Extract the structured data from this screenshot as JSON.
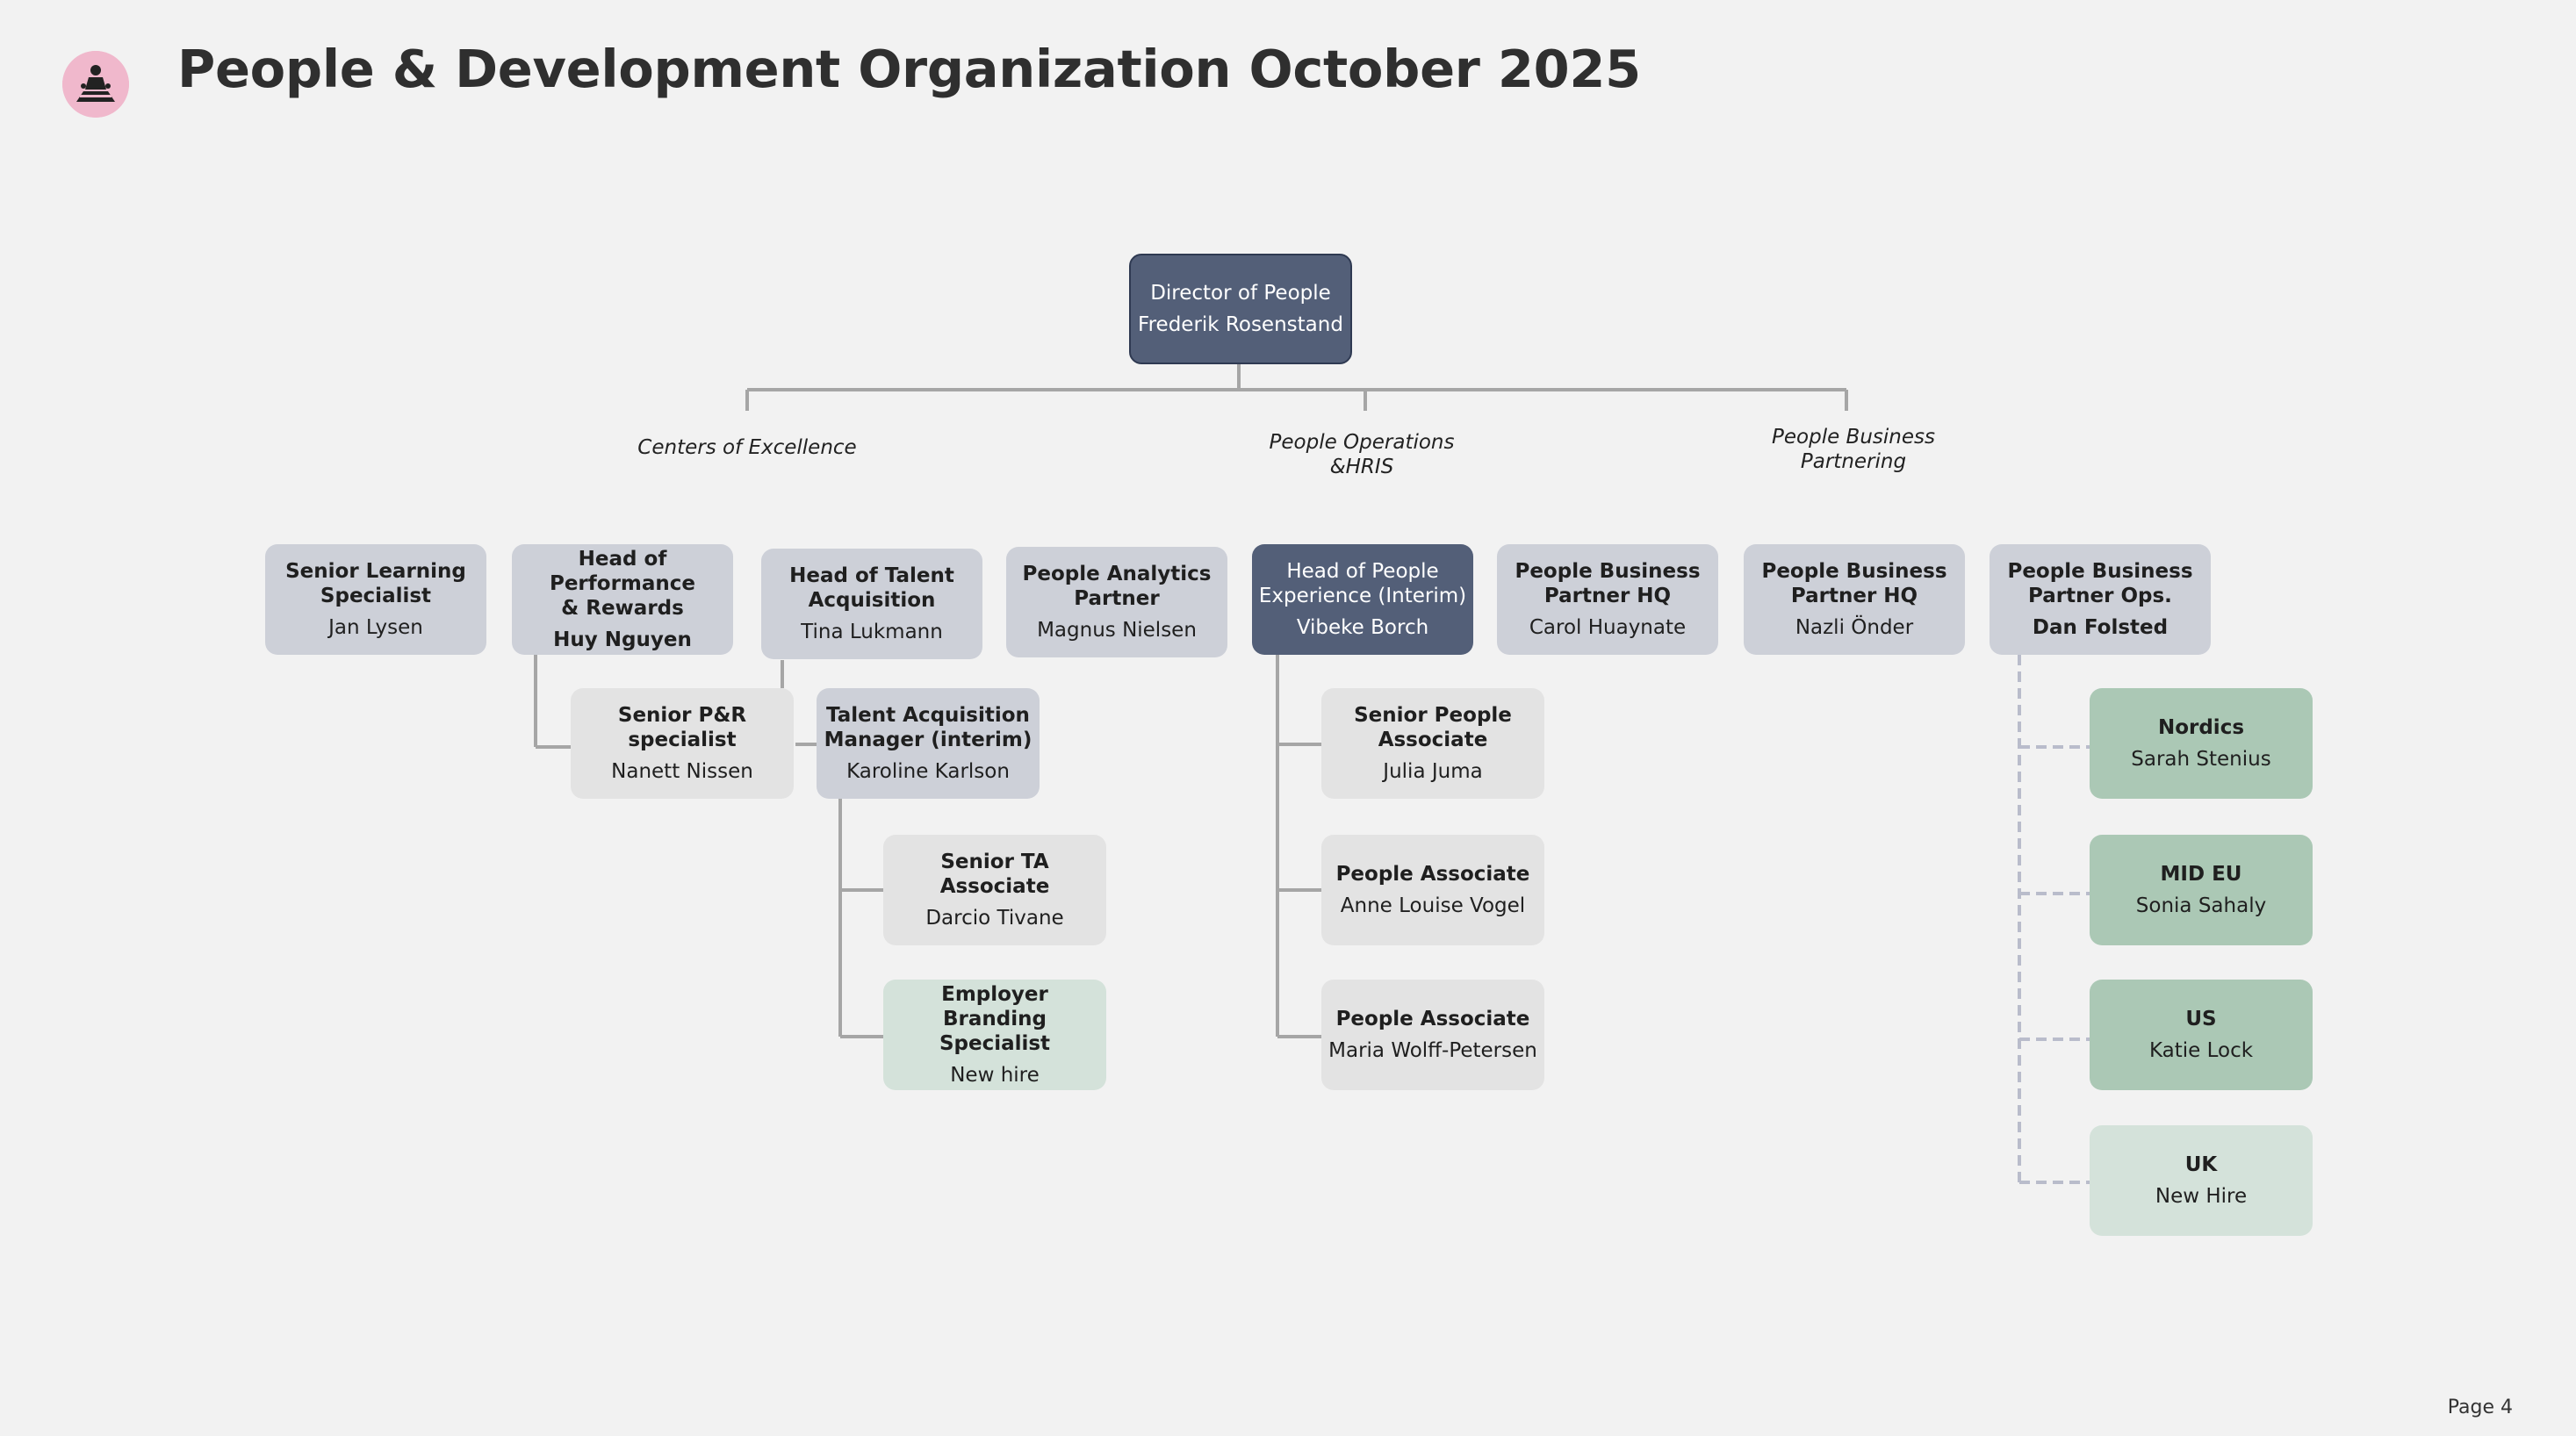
{
  "title": "People & Development Organization October 2025",
  "page_label": "Page 4",
  "logo_icon": "team-logo-icon",
  "director": {
    "title": "Director of People",
    "name": "Frederik Rosenstand"
  },
  "sections": {
    "coe": "Centers of Excellence",
    "ops": "People Operations\n&HRIS",
    "pbp": "People Business\nPartnering"
  },
  "roles": {
    "sls": {
      "title": "Senior Learning\nSpecialist",
      "name": "Jan Lysen"
    },
    "hpr": {
      "title": "Head of Performance\n& Rewards",
      "name": "Huy Nguyen"
    },
    "hta": {
      "title": "Head of Talent\nAcquisition",
      "name": "Tina Lukmann"
    },
    "pap": {
      "title": "People Analytics\nPartner",
      "name": "Magnus Nielsen"
    },
    "hpe": {
      "title": "Head of People\nExperience (Interim)",
      "name": "Vibeke Borch"
    },
    "pbp1": {
      "title": "People Business\nPartner HQ",
      "name": "Carol Huaynate"
    },
    "pbp2": {
      "title": "People Business\nPartner HQ",
      "name": "Nazli Önder"
    },
    "pbpo": {
      "title": "People Business\nPartner Ops.",
      "name": "Dan Folsted"
    },
    "sprs": {
      "title": "Senior P&R\nspecialist",
      "name": "Nanett Nissen"
    },
    "tam": {
      "title": "Talent Acquisition\nManager (interim)",
      "name": "Karoline Karlson"
    },
    "staa": {
      "title": "Senior TA Associate",
      "name": "Darcio Tivane"
    },
    "ebs": {
      "title": "Employer Branding\nSpecialist",
      "name": "New hire"
    },
    "spa": {
      "title": "Senior People\nAssociate",
      "name": "Julia Juma"
    },
    "pa1": {
      "title": "People Associate",
      "name": "Anne Louise Vogel"
    },
    "pa2": {
      "title": "People Associate",
      "name": "Maria Wolff-Petersen"
    },
    "nordics": {
      "title": "Nordics",
      "name": "Sarah Stenius"
    },
    "mideu": {
      "title": "MID EU",
      "name": "Sonia Sahaly"
    },
    "us": {
      "title": "US",
      "name": "Katie Lock"
    },
    "uk": {
      "title": "UK",
      "name": "New Hire"
    }
  },
  "colors": {
    "background": "#f2f2f2",
    "leader_box": "#535f78",
    "manager_box": "#cdd0d8",
    "staff_box": "#e3e3e3",
    "new_hire_box": "#d4e2da",
    "region_box": "#abc8b5",
    "solid_line": "#a6a6a6",
    "dashed_line": "#b9bccb"
  }
}
